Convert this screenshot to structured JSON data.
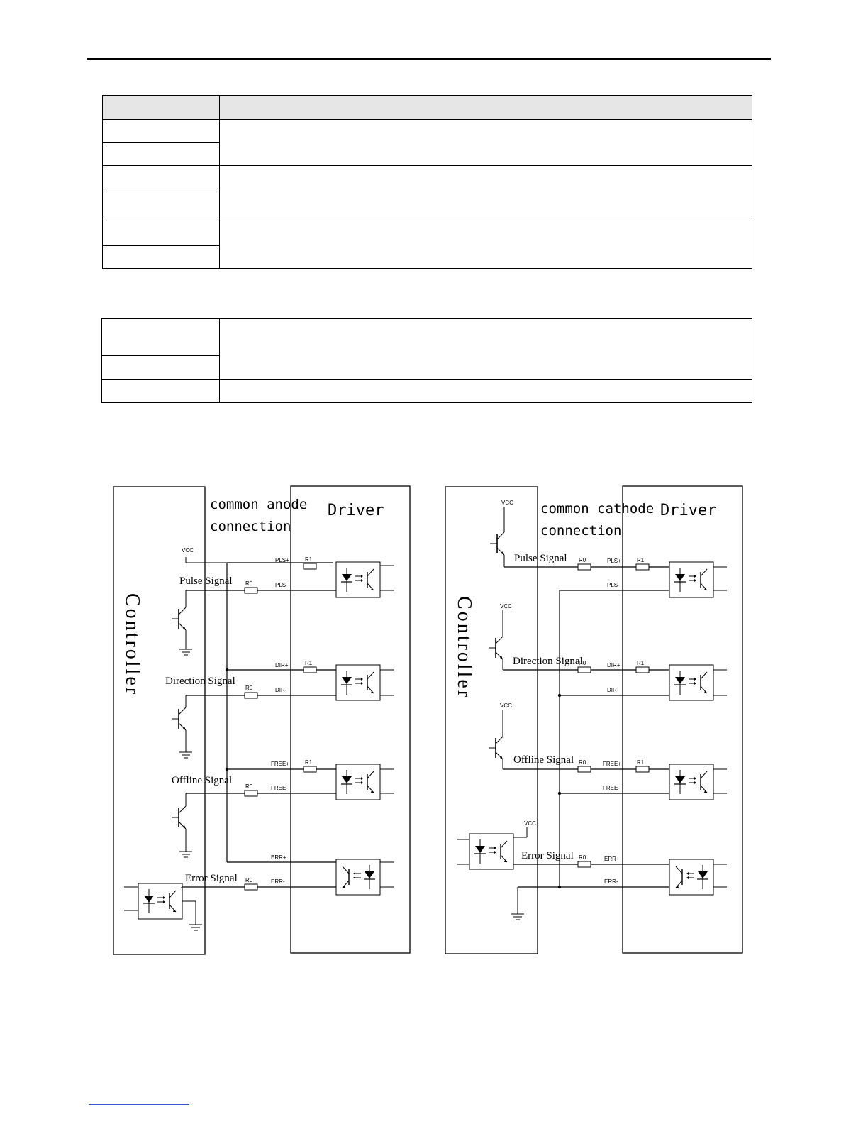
{
  "table1": {
    "header": [
      "",
      ""
    ],
    "rows": [
      {
        "label": "",
        "desc": ""
      },
      {
        "label": "",
        "desc": ""
      },
      {
        "label": "",
        "desc": ""
      },
      {
        "label": "",
        "desc": ""
      },
      {
        "label": "",
        "desc": ""
      },
      {
        "label": "",
        "desc": ""
      }
    ]
  },
  "table2": {
    "rows": [
      {
        "label": "",
        "desc": ""
      },
      {
        "label": "",
        "desc": ""
      },
      {
        "label": "",
        "desc": ""
      }
    ]
  },
  "left_diagram": {
    "controller": "Controller",
    "driver": "Driver",
    "connection_line1": "common anode",
    "connection_line2": "connection",
    "vcc": "VCC",
    "signals": {
      "pulse": "Pulse Signal",
      "direction": "Direction Signal",
      "offline": "Offline Signal",
      "error": "Error Signal"
    },
    "resistors": {
      "r0": "R0",
      "r1": "R1"
    },
    "pins": {
      "pls_p": "PLS+",
      "pls_n": "PLS-",
      "dir_p": "DIR+",
      "dir_n": "DIR-",
      "free_p": "FREE+",
      "free_n": "FREE-",
      "err_p": "ERR+",
      "err_n": "ERR-"
    }
  },
  "right_diagram": {
    "controller": "Controller",
    "driver": "Driver",
    "connection_line1": "common cathode",
    "connection_line2": "connection",
    "vcc": "VCC",
    "signals": {
      "pulse": "Pulse Signal",
      "direction": "Direction Signal",
      "offline": "Offline Signal",
      "error": "Error Signal"
    },
    "resistors": {
      "r0": "R0",
      "r1": "R1"
    },
    "pins": {
      "pls_p": "PLS+",
      "pls_n": "PLS-",
      "dir_p": "DIR+",
      "dir_n": "DIR-",
      "free_p": "FREE+",
      "free_n": "FREE-",
      "err_p": "ERR+",
      "err_n": "ERR-"
    }
  }
}
